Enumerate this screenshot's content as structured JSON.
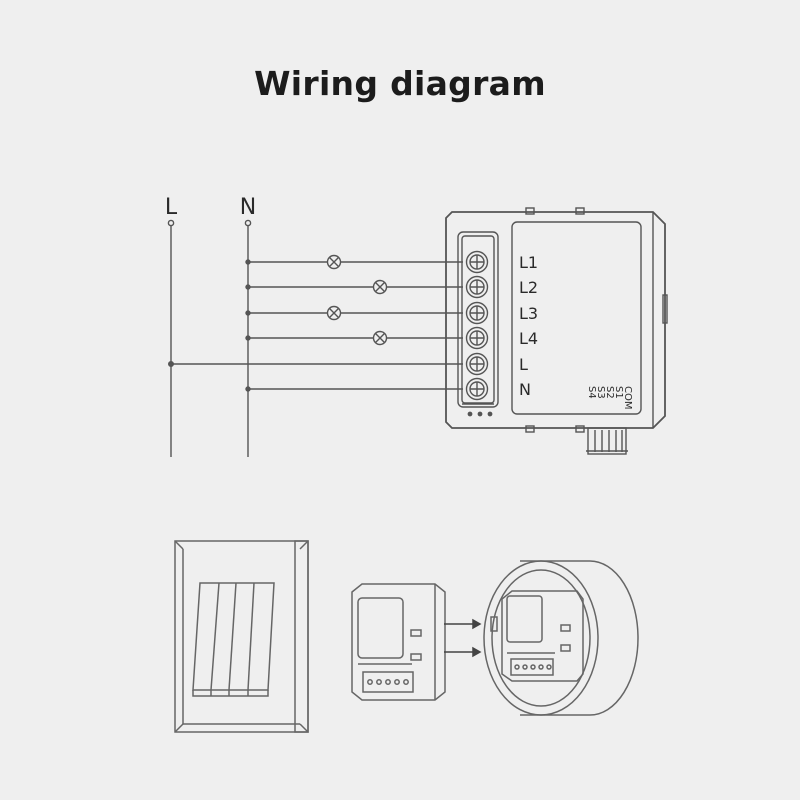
{
  "title": "Wiring diagram",
  "mains": {
    "live": "L",
    "neutral": "N"
  },
  "terminals": [
    "L1",
    "L2",
    "L3",
    "L4",
    "L",
    "N"
  ],
  "switch_inputs": [
    "COM",
    "S1",
    "S2",
    "S3",
    "S4"
  ]
}
